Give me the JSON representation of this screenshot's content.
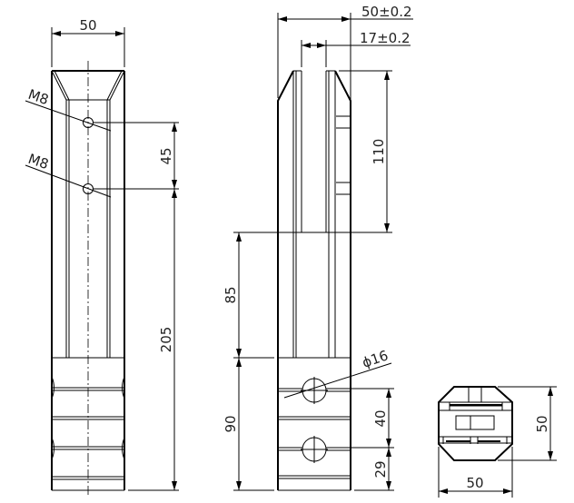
{
  "front_view": {
    "width_dim": "50",
    "thread_top": "M8",
    "thread_bottom": "M8",
    "hole_spacing": "45",
    "length_dim": "205"
  },
  "side_view": {
    "width_dim": "50±0.2",
    "slot_dim": "17±0.2",
    "slot_depth": "110",
    "upper_dim": "85",
    "lower_dim": "90",
    "hole_dia": "ϕ16",
    "hole_spacing": "40",
    "hole_offset": "29"
  },
  "bottom_view": {
    "height_dim": "50",
    "width_dim": "50"
  }
}
